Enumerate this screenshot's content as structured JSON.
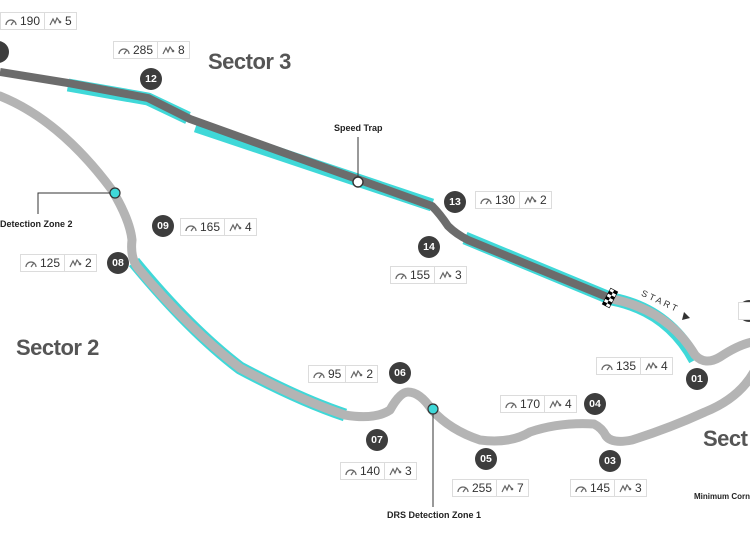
{
  "sectors": {
    "sector2": "Sector 2",
    "sector3": "Sector 3",
    "sector1_partial": "Sect"
  },
  "labels": {
    "speed_trap": "Speed Trap",
    "drs_zone_1": "DRS Detection Zone 1",
    "drs_zone_2_partial": "Detection Zone 2",
    "min_corner_partial": "Minimum Corne",
    "start": "START"
  },
  "corners": [
    {
      "id": "01",
      "speed": null,
      "gear": null
    },
    {
      "id": "03",
      "speed": "145",
      "gear": "3"
    },
    {
      "id": "04",
      "speed": "170",
      "gear": "4"
    },
    {
      "id": "05",
      "speed": "255",
      "gear": "7"
    },
    {
      "id": "06",
      "speed": "95",
      "gear": "2"
    },
    {
      "id": "07",
      "speed": "140",
      "gear": "3"
    },
    {
      "id": "08",
      "speed": "125",
      "gear": "2"
    },
    {
      "id": "09",
      "speed": "165",
      "gear": "4"
    },
    {
      "id": "12",
      "speed": "285",
      "gear": "8"
    },
    {
      "id": "13",
      "speed": "130",
      "gear": "2"
    },
    {
      "id": "14",
      "speed": "155",
      "gear": "3"
    }
  ],
  "stats": {
    "c01": {
      "speed": "135",
      "gear": "4"
    },
    "c03": {
      "speed": "145",
      "gear": "3"
    },
    "c04": {
      "speed": "170",
      "gear": "4"
    },
    "c05": {
      "speed": "255",
      "gear": "7"
    },
    "c06": {
      "speed": "95",
      "gear": "2"
    },
    "c07": {
      "speed": "140",
      "gear": "3"
    },
    "c08": {
      "speed": "125",
      "gear": "2"
    },
    "c09": {
      "speed": "165",
      "gear": "4"
    },
    "c11": {
      "speed": "190",
      "gear": "5"
    },
    "c12": {
      "speed": "285",
      "gear": "8"
    },
    "c13": {
      "speed": "130",
      "gear": "2"
    },
    "c14": {
      "speed": "155",
      "gear": "3"
    }
  },
  "colors": {
    "track_light": "#b4b4b4",
    "track_dark": "#6c6c6c",
    "drs": "#3fd8d8",
    "badge": "#3d3d3d"
  },
  "icons": {
    "speed": "speedometer-icon",
    "gear": "gearbox-icon"
  }
}
